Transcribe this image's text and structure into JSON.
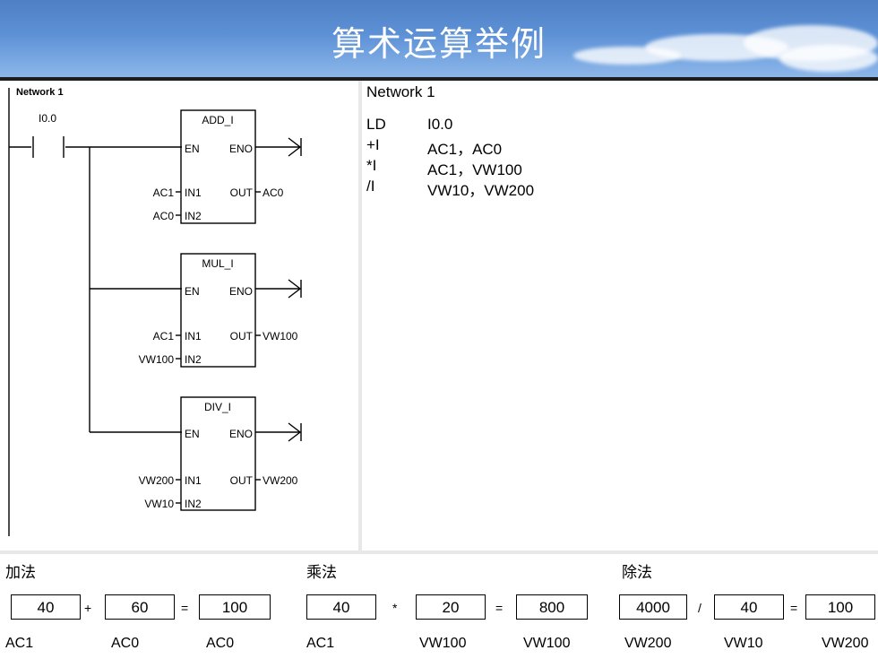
{
  "header": {
    "title": "算术运算举例"
  },
  "ladder": {
    "network_label": "Network 1",
    "contact_label": "I0.0",
    "blocks": [
      {
        "name": "ADD_I",
        "en": "EN",
        "eno": "ENO",
        "in1_label": "IN1",
        "in2_label": "IN2",
        "out_label": "OUT",
        "in1": "AC1",
        "in2": "AC0",
        "out": "AC0"
      },
      {
        "name": "MUL_I",
        "en": "EN",
        "eno": "ENO",
        "in1_label": "IN1",
        "in2_label": "IN2",
        "out_label": "OUT",
        "in1": "AC1",
        "in2": "VW100",
        "out": "VW100"
      },
      {
        "name": "DIV_I",
        "en": "EN",
        "eno": "ENO",
        "in1_label": "IN1",
        "in2_label": "IN2",
        "out_label": "OUT",
        "in1": "VW200",
        "in2": "VW10",
        "out": "VW200"
      }
    ]
  },
  "stl": {
    "title": "Network 1",
    "rows": [
      {
        "op": "LD",
        "arg": "I0.0"
      },
      {
        "op": "+I",
        "arg": "AC1，AC0"
      },
      {
        "op": "*I",
        "arg": "AC1，VW100"
      },
      {
        "op": "/I",
        "arg": "VW10，VW200"
      }
    ]
  },
  "examples": {
    "add": {
      "heading": "加法",
      "a": "40",
      "op": "+",
      "b": "60",
      "eq": "=",
      "result": "100",
      "a_reg": "AC1",
      "b_reg": "AC0",
      "result_reg": "AC0"
    },
    "mul": {
      "heading": "乘法",
      "a": "40",
      "op": "*",
      "b": "20",
      "eq": "=",
      "result": "800",
      "a_reg": "AC1",
      "b_reg": "VW100",
      "result_reg": "VW100"
    },
    "div": {
      "heading": "除法",
      "a": "4000",
      "op": "/",
      "b": "40",
      "eq": "=",
      "result": "100",
      "a_reg": "VW200",
      "b_reg": "VW10",
      "result_reg": "VW200"
    }
  }
}
